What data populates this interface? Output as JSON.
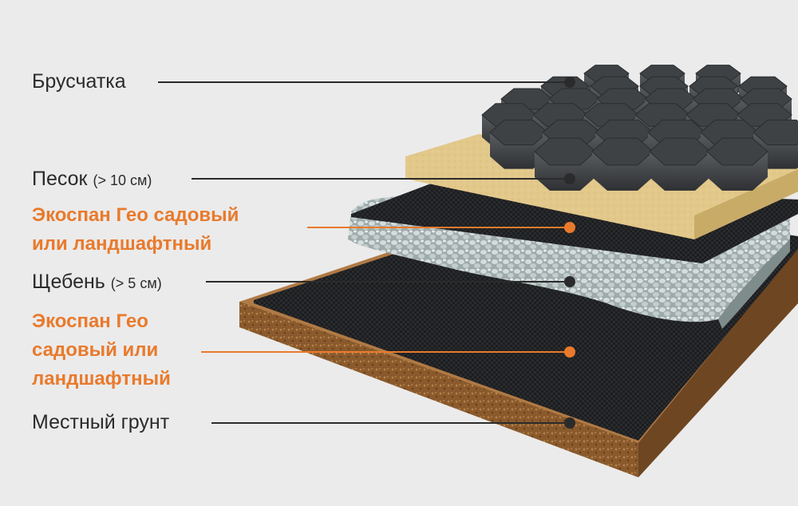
{
  "labels": {
    "paving": "Брусчатка",
    "sand": "Песок",
    "sand_note": "(> 10 см)",
    "geo_top_line1": "Экоспан Гео садовый",
    "geo_top_line2": "или ландшафтный",
    "gravel": "Щебень",
    "gravel_note": "(> 5 см)",
    "geo_bottom_line1": "Экоспан Гео",
    "geo_bottom_line2": "садовый или",
    "geo_bottom_line3": "ландшафтный",
    "soil": "Местный грунт"
  },
  "colors": {
    "text": "#2b2b2b",
    "accent": "#e97a2c",
    "background": "#ebebeb",
    "paving": "#3a3c3f",
    "sand": "#e3c98b",
    "membrane": "#1e1f21",
    "gravel": "#b9c4c4",
    "soil": "#8b5a2b"
  }
}
